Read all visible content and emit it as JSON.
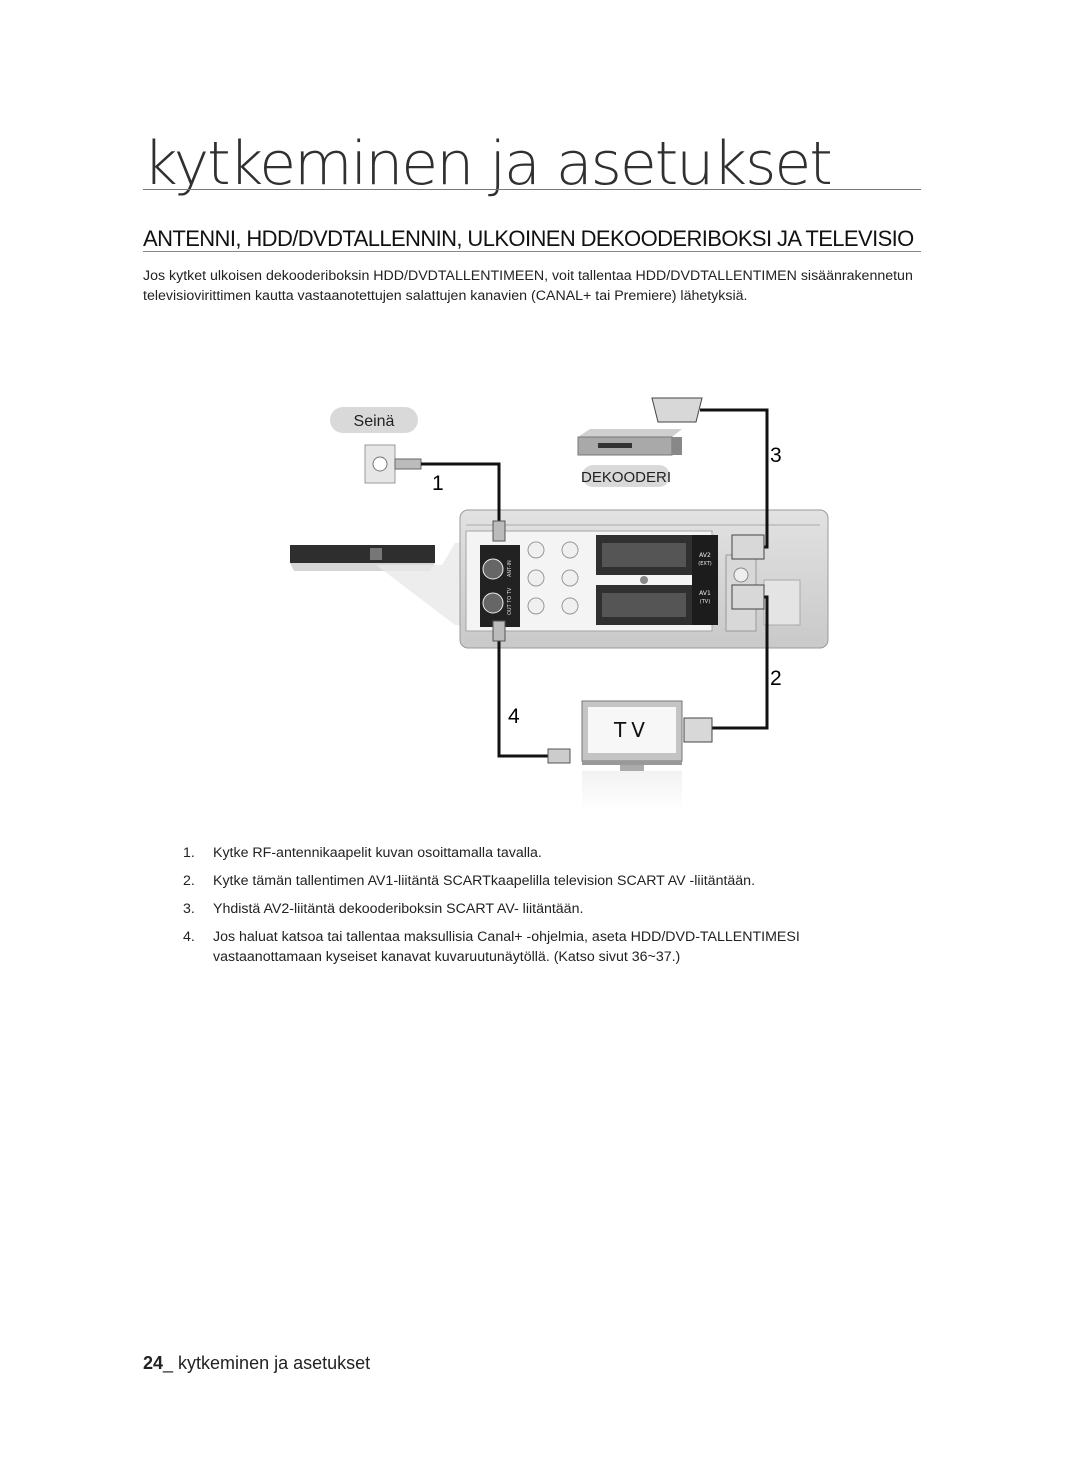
{
  "header": {
    "chapter_title": "kytkeminen ja asetukset",
    "section_title": "ANTENNI, HDD/DVDTALLENNIN, ULKOINEN DEKOODERIBOKSI JA TELEVISIO"
  },
  "intro": "Jos kytket ulkoisen dekooderiboksin HDD/DVDTALLENTIMEEN, voit tallentaa HDD/DVDTALLENTIMEN sisäänrakennetun televisiovirittimen kautta vastaanotettujen salattujen kanavien (CANAL+ tai Premiere) lähetyksiä.",
  "diagram": {
    "wall_label": "Seinä",
    "decoder_label": "DEKOODERI",
    "tv_label": "TV",
    "numbers": [
      "1",
      "2",
      "3",
      "4"
    ],
    "panel_labels": {
      "antenna_in": "ANT-IN",
      "out_to_tv": "OUT TO TV",
      "av2": "AV2",
      "av2_sub": "(EXT)",
      "av1": "AV1",
      "av1_sub": "(TV)"
    }
  },
  "steps": [
    {
      "num": "1.",
      "text": "Kytke RF-antennikaapelit kuvan osoittamalla tavalla."
    },
    {
      "num": "2.",
      "text": "Kytke tämän tallentimen AV1-liitäntä SCARTkaapelilla television SCART AV -liitäntään."
    },
    {
      "num": "3.",
      "text": "Yhdistä AV2-liitäntä dekooderiboksin SCART AV- liitäntään."
    },
    {
      "num": "4.",
      "text": "Jos haluat katsoa tai tallentaa maksullisia Canal+ -ohjelmia, aseta HDD/DVD-TALLENTIMESI vastaanottamaan kyseiset kanavat kuvaruutunäytöllä. (Katso sivut 36~37.)"
    }
  ],
  "footer": {
    "page_number": "24",
    "separator": "_",
    "text": " kytkeminen ja asetukset"
  }
}
